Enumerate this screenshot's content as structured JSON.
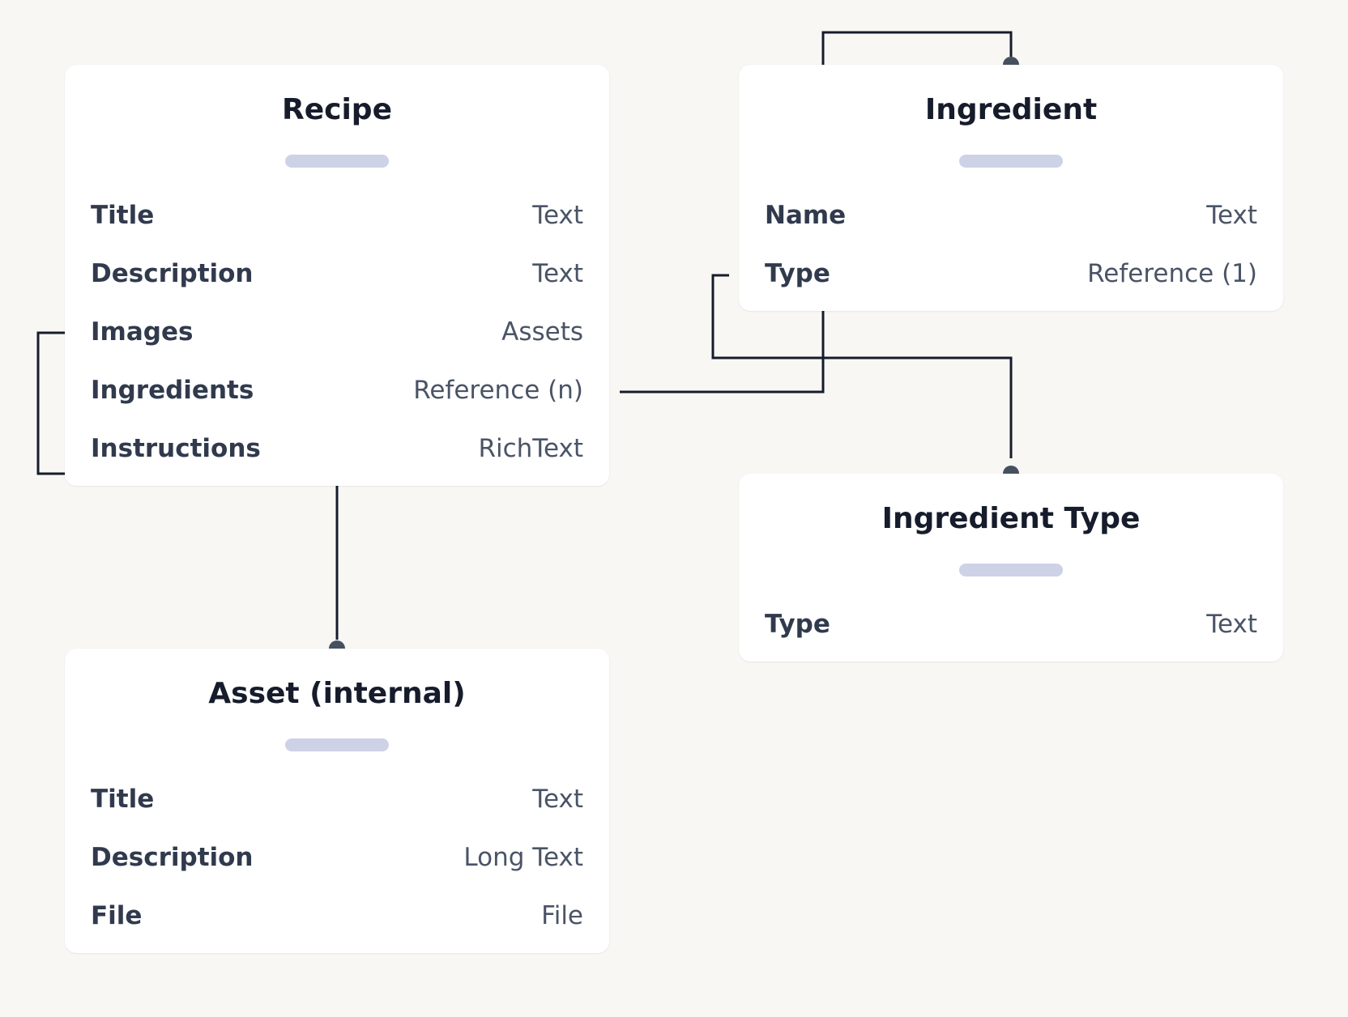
{
  "diagram": {
    "entities": [
      {
        "id": "recipe",
        "title": "Recipe",
        "fields": [
          {
            "name": "Title",
            "type": "Text"
          },
          {
            "name": "Description",
            "type": "Text"
          },
          {
            "name": "Images",
            "type": "Assets"
          },
          {
            "name": "Ingredients",
            "type": "Reference (n)"
          },
          {
            "name": "Instructions",
            "type": "RichText"
          }
        ]
      },
      {
        "id": "ingredient",
        "title": "Ingredient",
        "fields": [
          {
            "name": "Name",
            "type": "Text"
          },
          {
            "name": "Type",
            "type": "Reference (1)"
          }
        ]
      },
      {
        "id": "ingredient-type",
        "title": "Ingredient Type",
        "fields": [
          {
            "name": "Type",
            "type": "Text"
          }
        ]
      },
      {
        "id": "asset",
        "title": "Asset (internal)",
        "fields": [
          {
            "name": "Title",
            "type": "Text"
          },
          {
            "name": "Description",
            "type": "Long Text"
          },
          {
            "name": "File",
            "type": "File"
          }
        ]
      }
    ],
    "relations": [
      {
        "from": "recipe.Images",
        "to": "asset"
      },
      {
        "from": "recipe.Instructions",
        "to": "asset"
      },
      {
        "from": "recipe.Ingredients",
        "to": "ingredient"
      },
      {
        "from": "ingredient.Type",
        "to": "ingredient-type"
      }
    ],
    "colors": {
      "background": "#f8f7f4",
      "card": "#ffffff",
      "title": "#161c2b",
      "field_name": "#313a4d",
      "field_type": "#4a5466",
      "handle": "#ced2e6",
      "connector": "#161c2b",
      "endpoint": "#46505f"
    }
  }
}
